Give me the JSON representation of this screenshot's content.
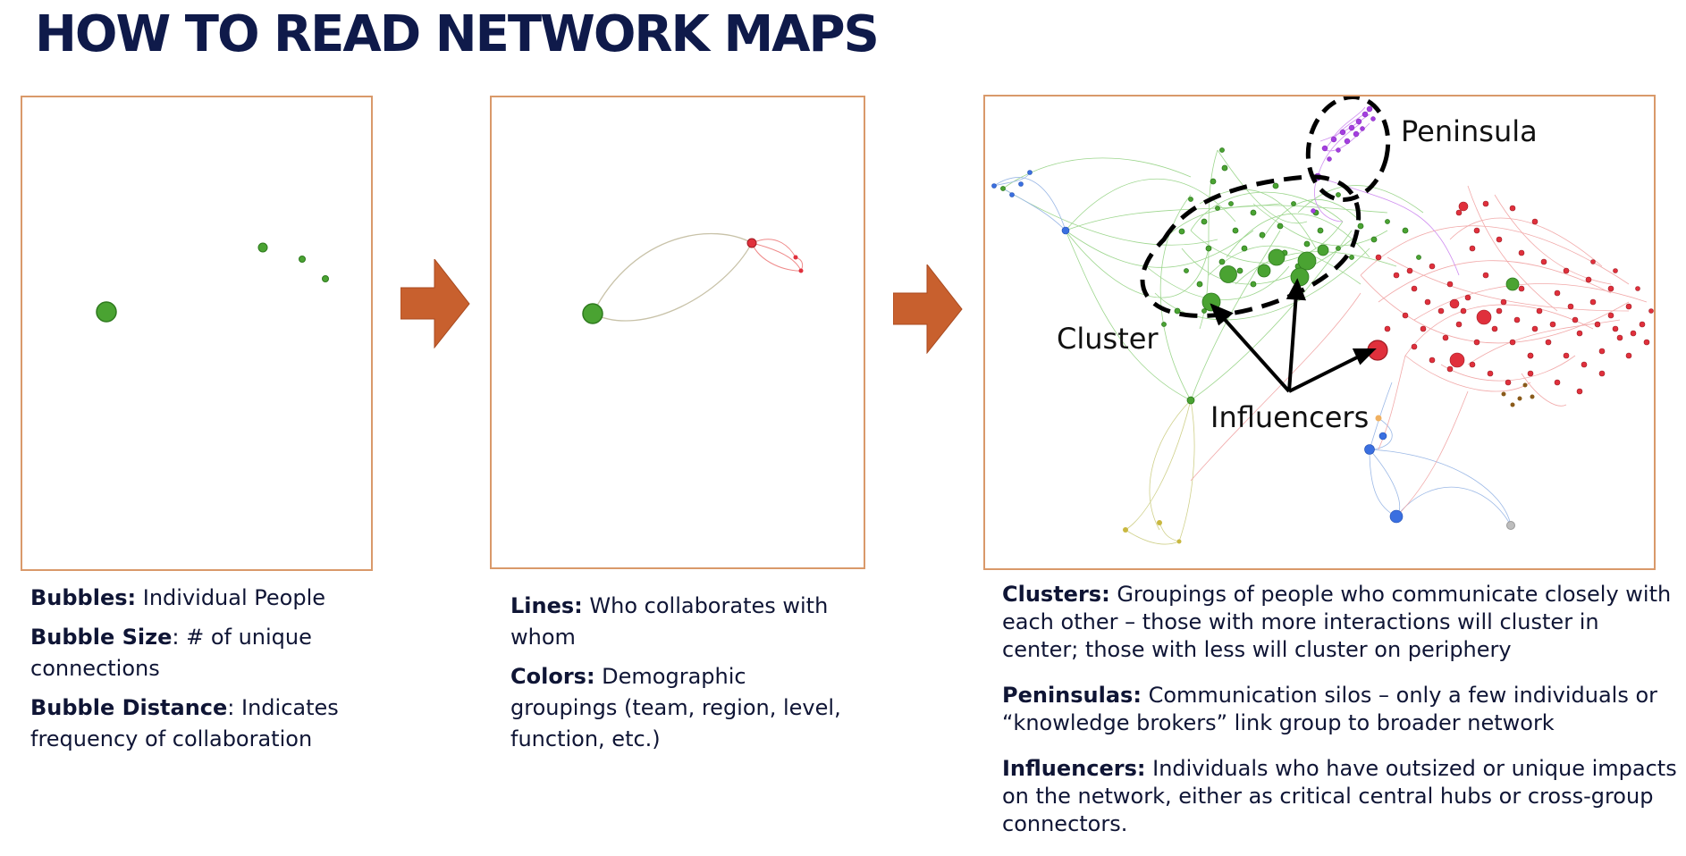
{
  "title": "HOW TO READ NETWORK MAPS",
  "colors": {
    "title": "#0f1a4a",
    "panel_border": "#d9996a",
    "arrow": "#c8602e",
    "green": "#4aa332",
    "red": "#e0303c",
    "purple": "#a43ee0",
    "blue": "#3a6fe0"
  },
  "annotations": {
    "peninsula": "Peninsula",
    "cluster": "Cluster",
    "influencers": "Influencers"
  },
  "descriptions": {
    "panel1": [
      {
        "term": "Bubbles:",
        "text": " Individual People"
      },
      {
        "term": "Bubble Size",
        "text": ": # of unique connections"
      },
      {
        "term": "Bubble Distance",
        "text": ": Indicates frequency of collaboration"
      }
    ],
    "panel2": [
      {
        "term": "Lines:",
        "text": " Who collaborates with whom"
      },
      {
        "term": "Colors:",
        "text": " Demographic groupings (team, region, level, function, etc.)"
      }
    ],
    "panel3": [
      {
        "term": "Clusters:",
        "text": " Groupings of people who communicate closely with each other – those with more interactions will cluster in center; those with less will cluster on periphery"
      },
      {
        "term": "Peninsulas:",
        "text": " Communication silos – only a few individuals or “knowledge brokers” link group to broader network"
      },
      {
        "term": "Influencers:",
        "text": " Individuals who have outsized or unique impacts on the network, either as critical central hubs or cross-group connectors."
      }
    ]
  },
  "icons": {
    "step_arrow": "right-arrow-icon"
  }
}
